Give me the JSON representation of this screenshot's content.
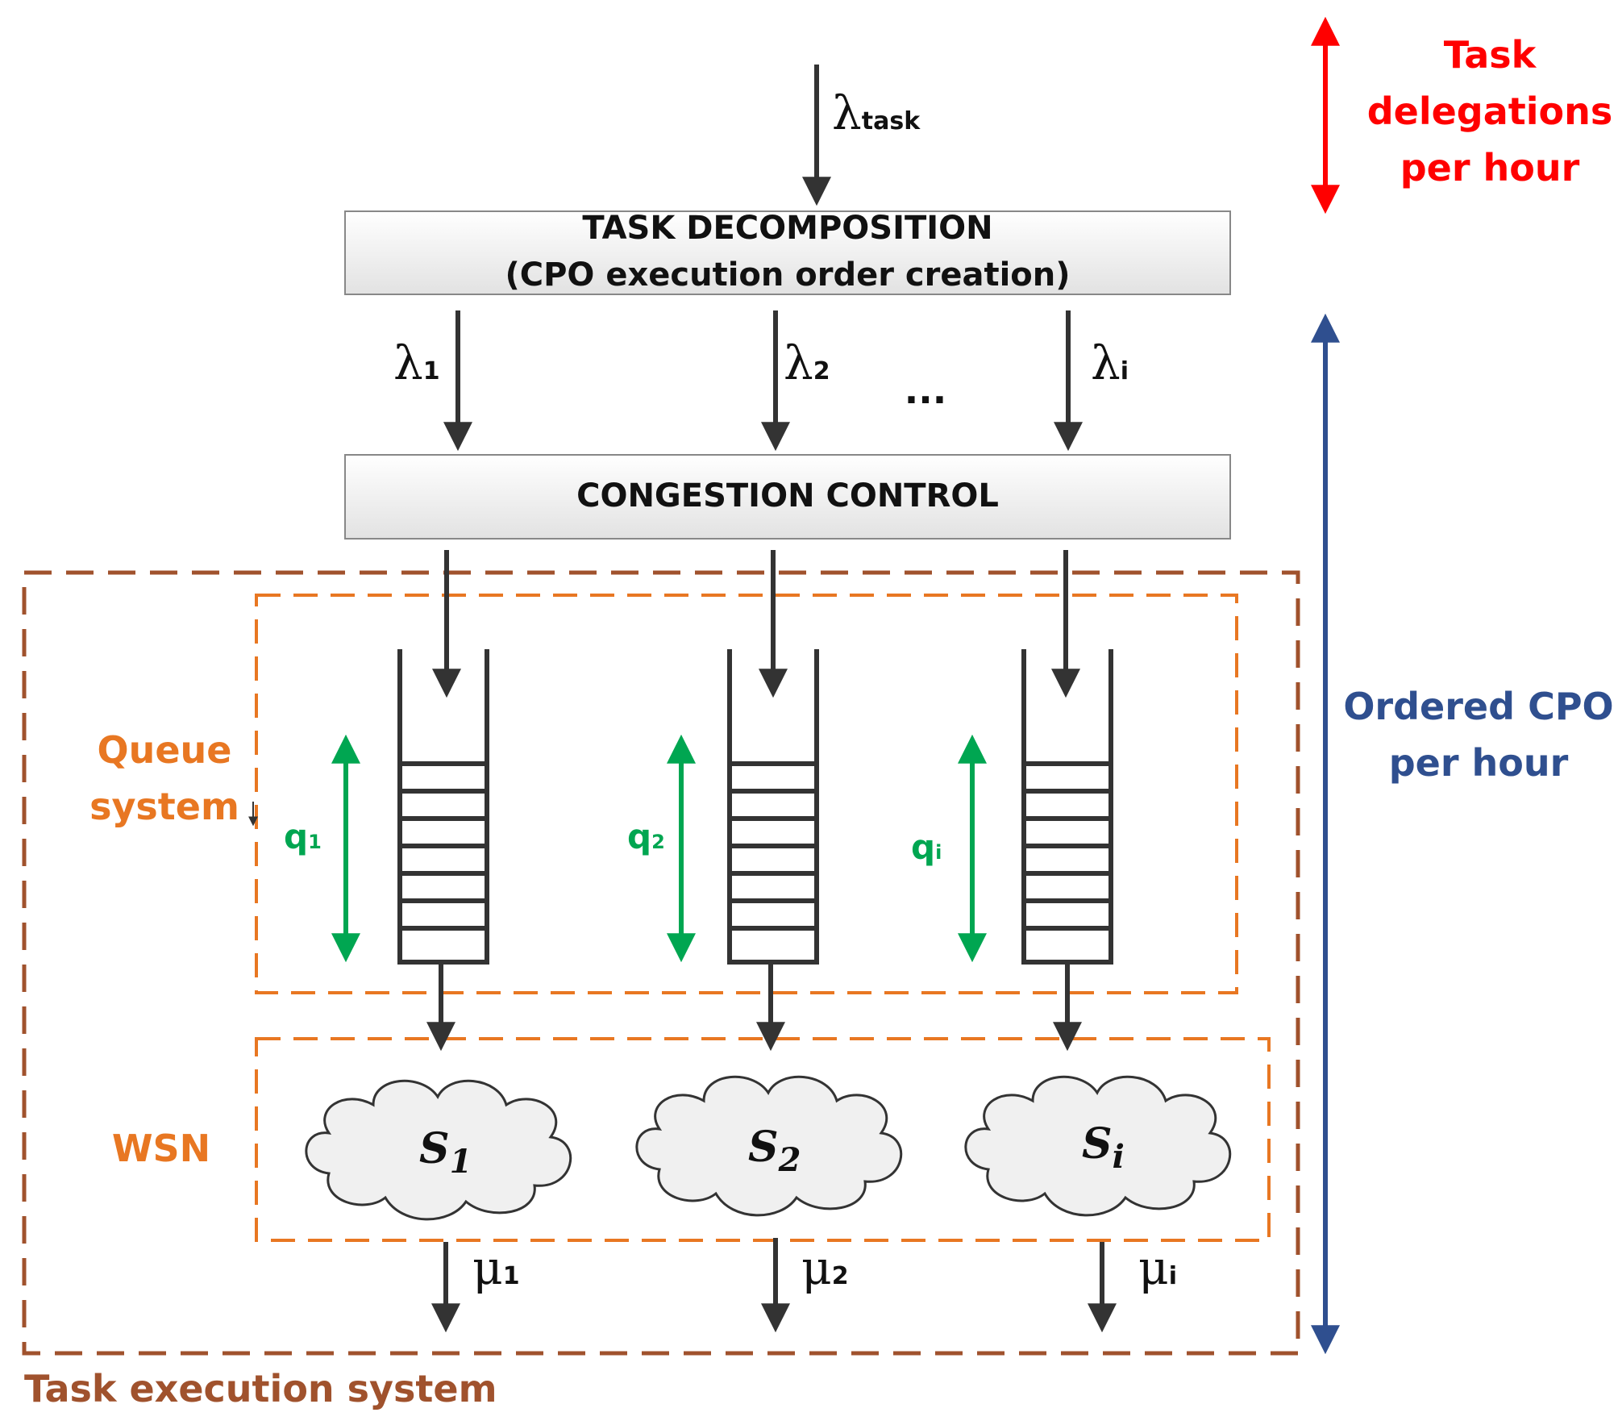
{
  "colors": {
    "arrow": "#333333",
    "green": "#00a651",
    "red": "#ff0000",
    "blue": "#2f4f8f",
    "orange": "#e87722",
    "brown": "#a0522d",
    "box_fill": "#ececec",
    "cloud_fill": "#f0f0f0"
  },
  "input": {
    "symbol": "λ",
    "sub": "task"
  },
  "decomposition": {
    "line1": "TASK DECOMPOSITION",
    "line2": "(CPO execution order creation)"
  },
  "congestion": {
    "label": "CONGESTION CONTROL"
  },
  "streams": [
    {
      "lambda": "λ",
      "lambda_sub": "1",
      "q": "q",
      "q_sub": "1",
      "s": "S",
      "s_sub": "1",
      "mu": "μ",
      "mu_sub": "1"
    },
    {
      "lambda": "λ",
      "lambda_sub": "2",
      "q": "q",
      "q_sub": "2",
      "s": "S",
      "s_sub": "2",
      "mu": "μ",
      "mu_sub": "2"
    },
    {
      "lambda": "λ",
      "lambda_sub": "i",
      "q": "q",
      "q_sub": "i",
      "s": "S",
      "s_sub": "i",
      "mu": "μ",
      "mu_sub": "i"
    }
  ],
  "ellipsis": "...",
  "queue_system": {
    "line1": "Queue",
    "line2": "system"
  },
  "wsn": "WSN",
  "task_execution": "Task execution system",
  "task_delegations": {
    "line1": "Task",
    "line2": "delegations",
    "line3": "per hour"
  },
  "ordered_cpo": {
    "line1": "Ordered CPO",
    "line2": "per hour"
  }
}
